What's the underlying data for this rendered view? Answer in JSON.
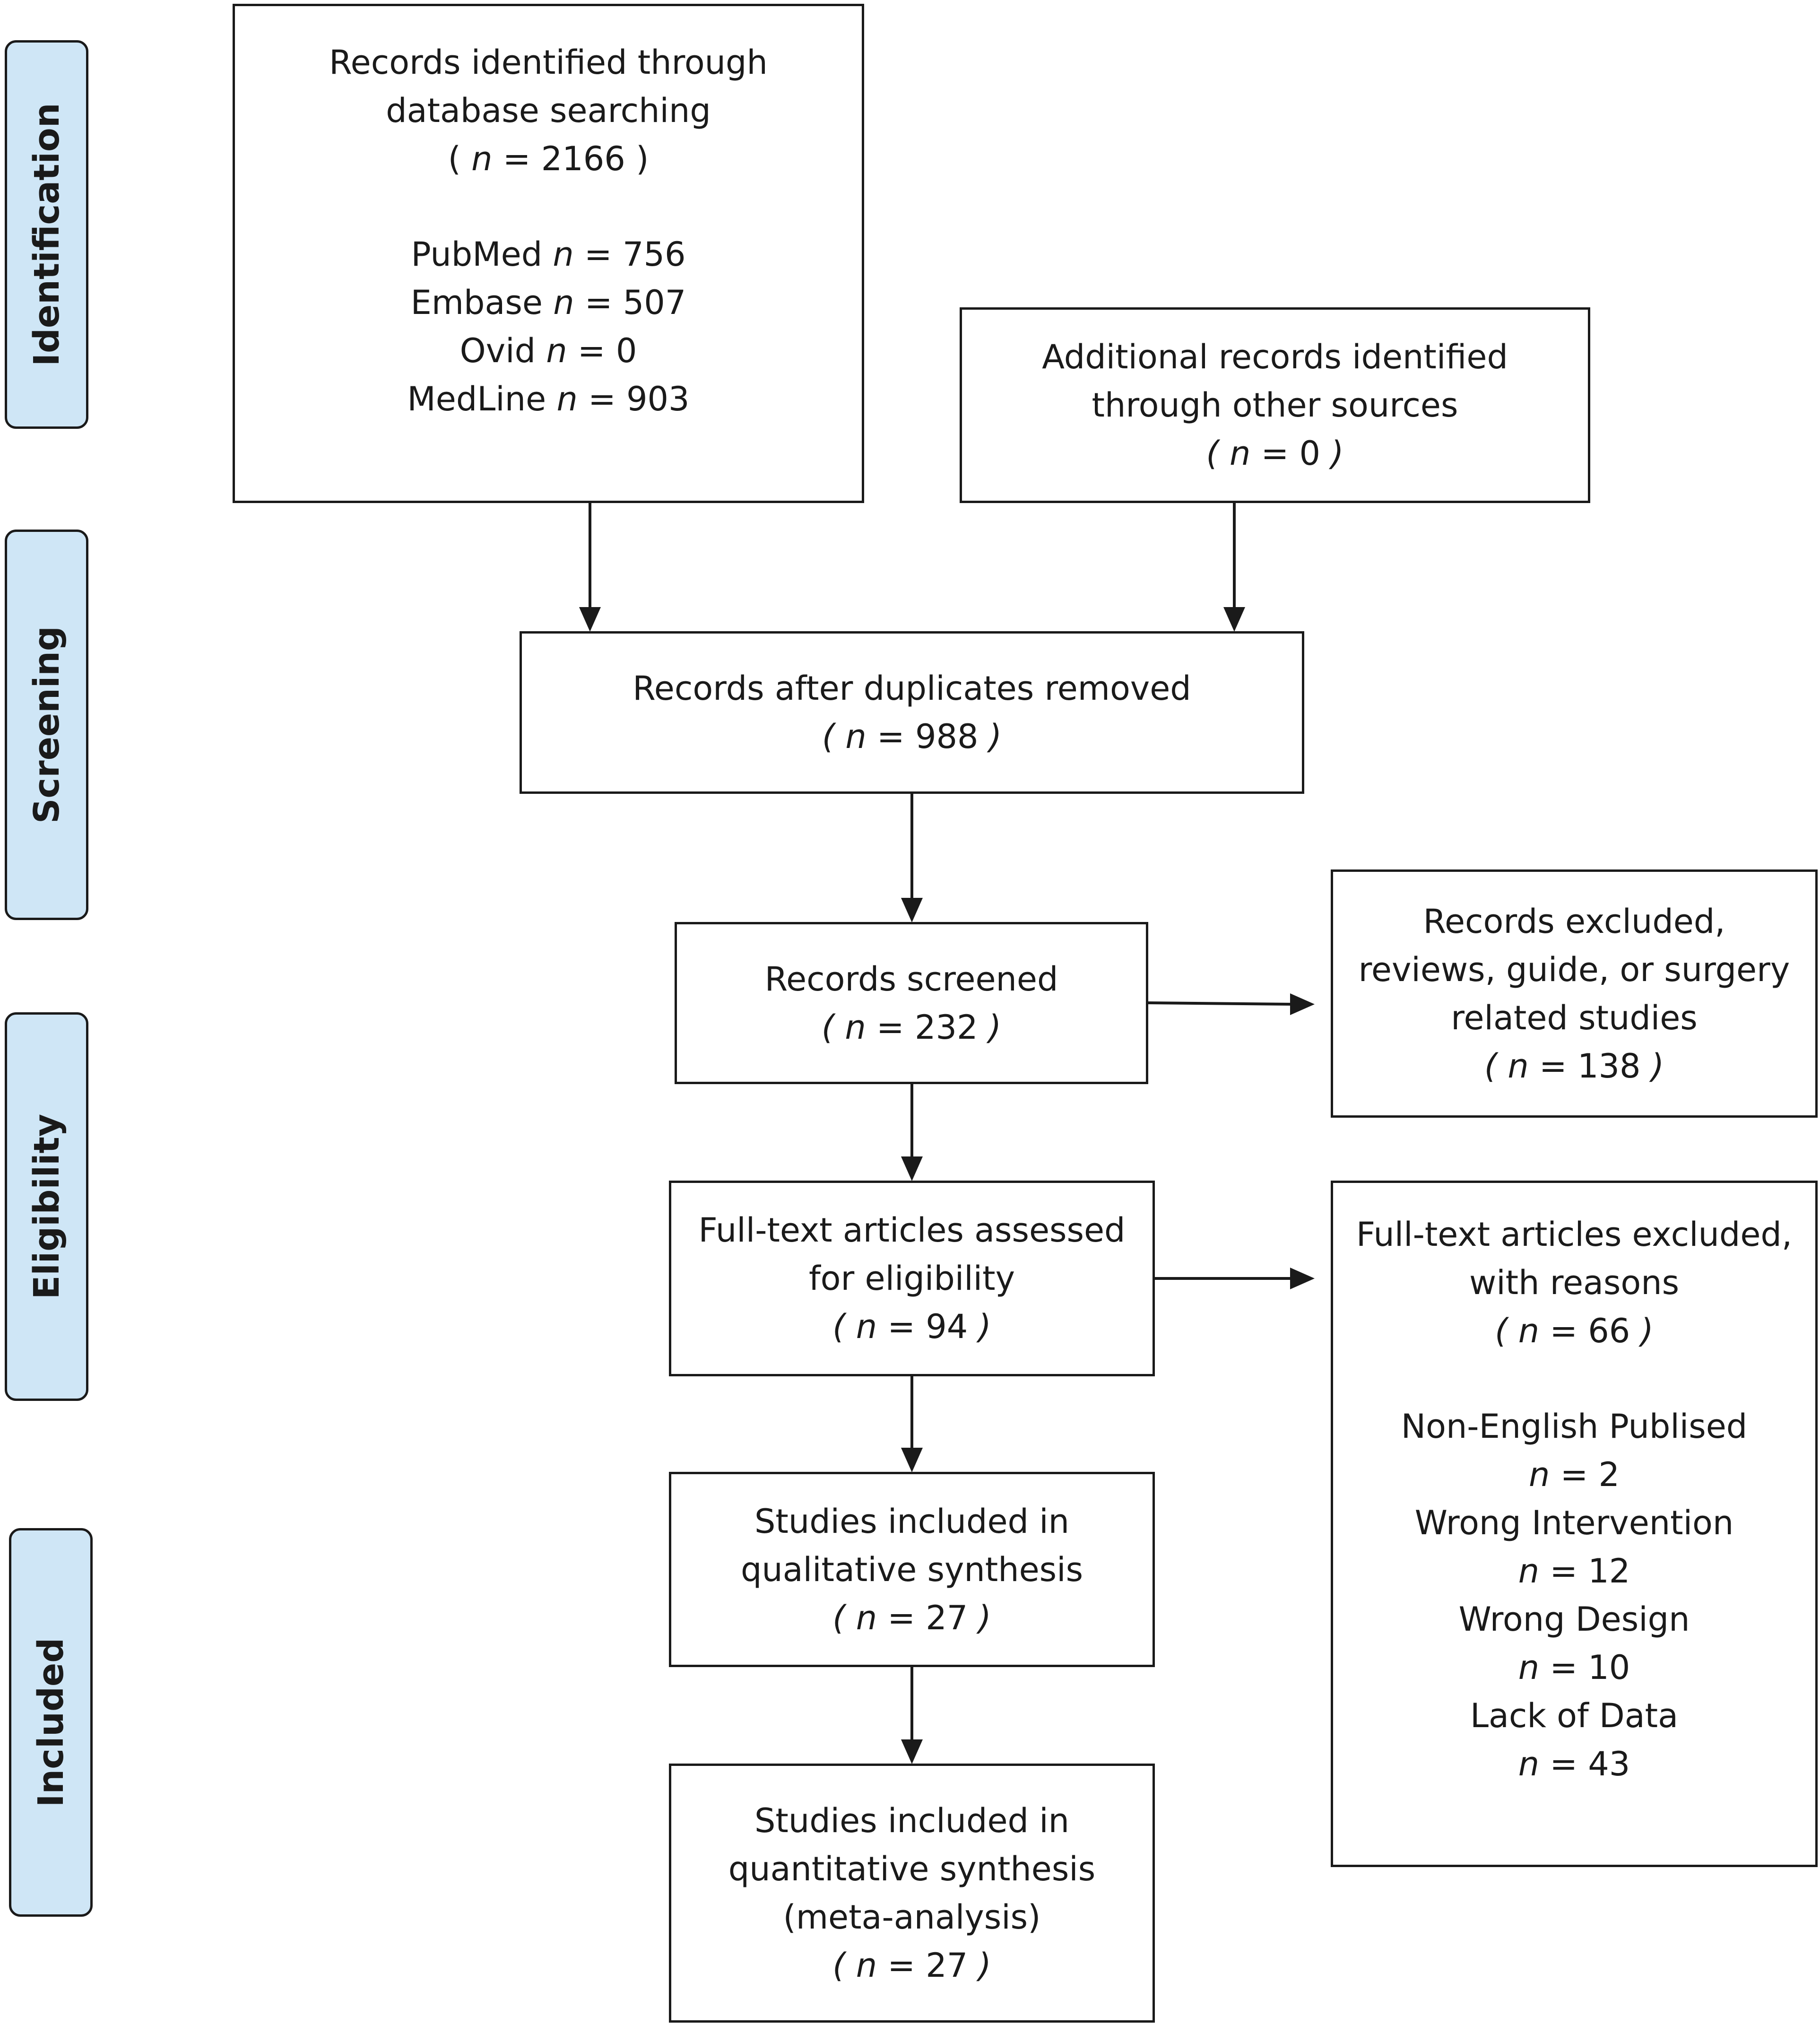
{
  "stages": {
    "identification": "Identification",
    "screening": "Screening",
    "eligibility": "Eligibility",
    "included": "Included"
  },
  "identified": {
    "title_1": "Records identified through",
    "title_2": "database searching",
    "total": "2166",
    "sources": [
      {
        "name": "PubMed",
        "n": "756"
      },
      {
        "name": "Embase",
        "n": "507"
      },
      {
        "name": "Ovid",
        "n": "0"
      },
      {
        "name": "MedLine",
        "n": "903"
      }
    ]
  },
  "additional": {
    "title_1": "Additional records identified",
    "title_2": "through other sources",
    "n": "0"
  },
  "duplicates": {
    "title_1": "Records after duplicates removed",
    "n": "988"
  },
  "screened": {
    "title_1": "Records screened",
    "n": "232"
  },
  "excluded_records": {
    "title_1": "Records excluded,",
    "title_2": "reviews, guide, or surgery",
    "title_3": "related studies",
    "n": "138"
  },
  "fulltext": {
    "title_1": "Full-text articles assessed",
    "title_2": "for eligibility",
    "n": "94"
  },
  "fulltext_excluded": {
    "title_1": "Full-text articles excluded,",
    "title_2": "with reasons",
    "n": "66",
    "reasons": [
      {
        "label": "Non-English Publised",
        "n": "2"
      },
      {
        "label": "Wrong Intervention",
        "n": "12"
      },
      {
        "label": "Wrong Design",
        "n": "10"
      },
      {
        "label": "Lack of Data",
        "n": "43"
      }
    ]
  },
  "qualitative": {
    "title_1": "Studies included in",
    "title_2": "qualitative synthesis",
    "n": "27"
  },
  "quantitative": {
    "title_1": "Studies included in",
    "title_2": "quantitative synthesis",
    "title_3": "(meta-analysis)",
    "n": "27"
  },
  "symbols": {
    "n": "n",
    "eq": " = ",
    "open": "( ",
    "close": " )"
  }
}
